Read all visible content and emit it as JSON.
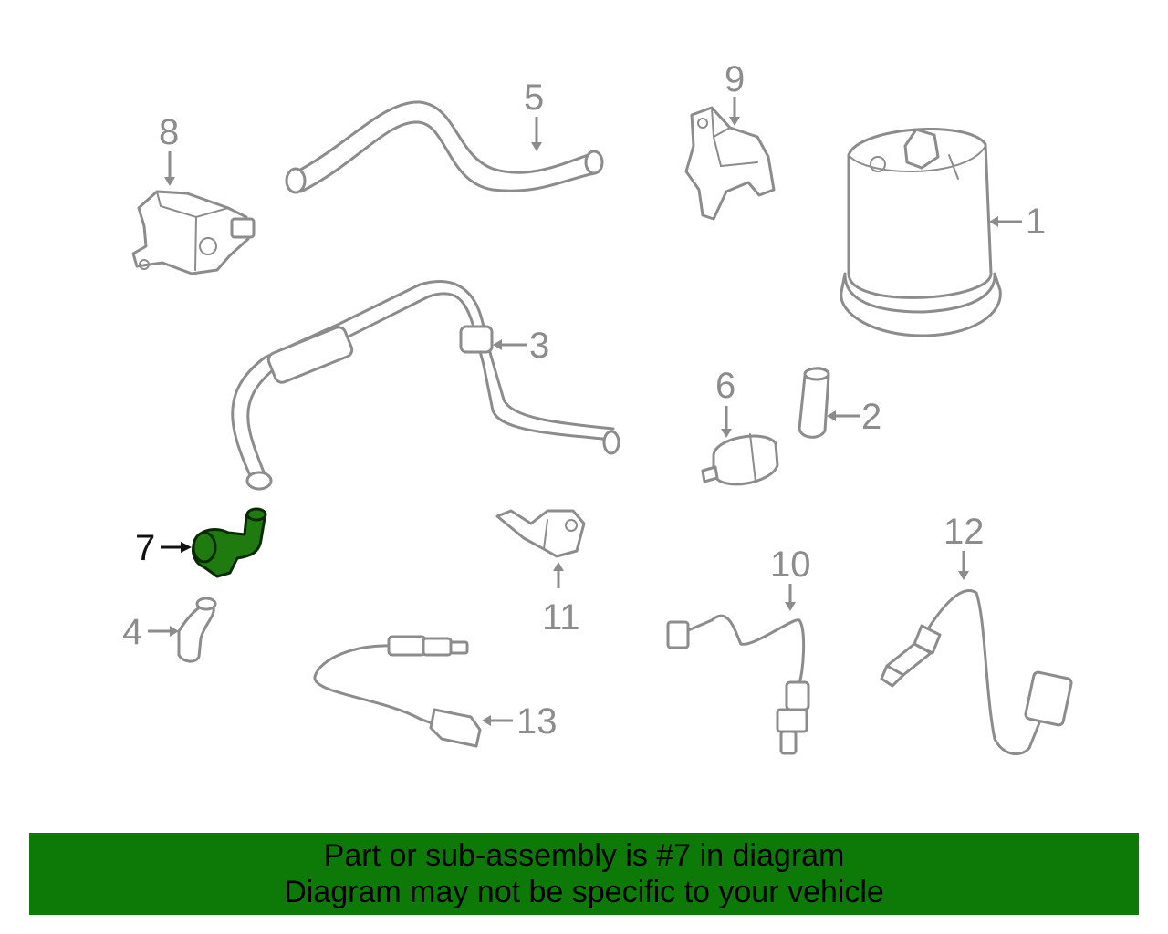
{
  "diagram": {
    "callouts": [
      {
        "id": "1",
        "label": "1"
      },
      {
        "id": "2",
        "label": "2"
      },
      {
        "id": "3",
        "label": "3"
      },
      {
        "id": "4",
        "label": "4"
      },
      {
        "id": "5",
        "label": "5"
      },
      {
        "id": "6",
        "label": "6"
      },
      {
        "id": "7",
        "label": "7"
      },
      {
        "id": "8",
        "label": "8"
      },
      {
        "id": "9",
        "label": "9"
      },
      {
        "id": "10",
        "label": "10"
      },
      {
        "id": "11",
        "label": "11"
      },
      {
        "id": "12",
        "label": "12"
      },
      {
        "id": "13",
        "label": "13"
      }
    ],
    "highlighted_part": "7",
    "colors": {
      "line": "#8c8c8c",
      "highlight_part": "#1f7a10",
      "banner_bg": "#0d7a08"
    }
  },
  "banner": {
    "line1": "Part or sub-assembly is #7 in diagram",
    "line2": "Diagram may not be specific to your vehicle"
  }
}
